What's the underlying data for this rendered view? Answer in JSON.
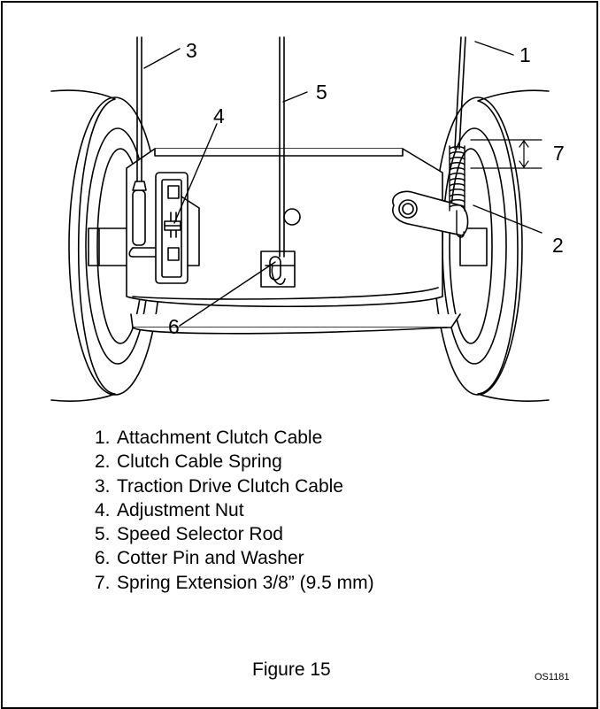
{
  "callouts": [
    {
      "label": "1"
    },
    {
      "label": "2"
    },
    {
      "label": "3"
    },
    {
      "label": "4"
    },
    {
      "label": "5"
    },
    {
      "label": "6"
    },
    {
      "label": "7"
    }
  ],
  "legend": [
    {
      "num": "1.",
      "text": "Attachment Clutch Cable"
    },
    {
      "num": "2.",
      "text": "Clutch Cable Spring"
    },
    {
      "num": "3.",
      "text": "Traction Drive Clutch Cable"
    },
    {
      "num": "4.",
      "text": "Adjustment Nut"
    },
    {
      "num": "5.",
      "text": "Speed Selector Rod"
    },
    {
      "num": "6.",
      "text": "Cotter Pin and Washer"
    },
    {
      "num": "7.",
      "text": "Spring Extension 3/8” (9.5 mm)"
    }
  ],
  "figure_title": "Figure 15",
  "figure_code": "OS1181"
}
